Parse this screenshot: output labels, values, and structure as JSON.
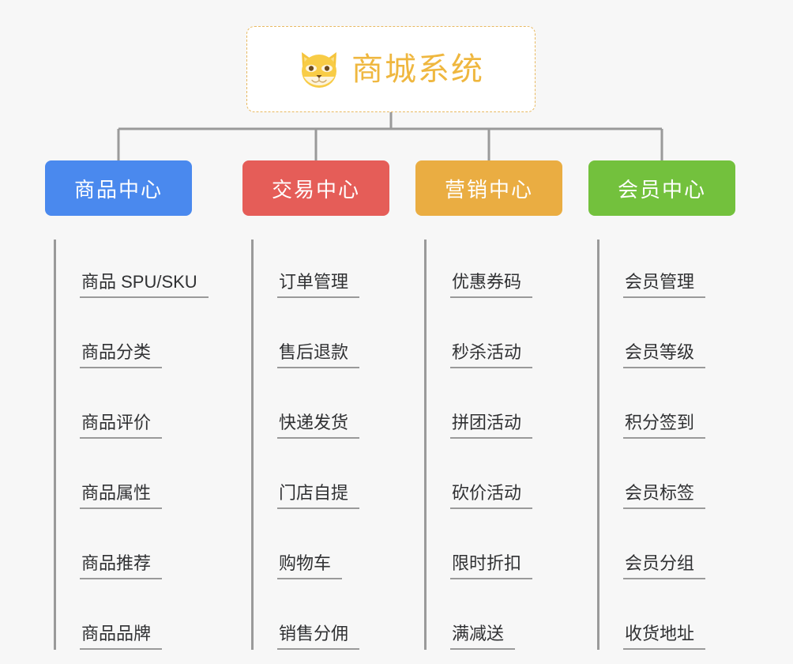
{
  "root": {
    "title": "商城系统",
    "logo_icon": "shiba-dog-icon",
    "border_color": "#e8b961",
    "text_color": "#efb73f"
  },
  "canvas": {
    "background": "#f7f7f7",
    "connector_color": "#9a9a9a"
  },
  "columns": [
    {
      "key": "product-center",
      "label": "商品中心",
      "color": "#4a89ee",
      "items": [
        "商品 SPU/SKU",
        "商品分类",
        "商品评价",
        "商品属性",
        "商品推荐",
        "商品品牌"
      ]
    },
    {
      "key": "trade-center",
      "label": "交易中心",
      "color": "#e55d58",
      "items": [
        "订单管理",
        "售后退款",
        "快递发货",
        "门店自提",
        "购物车",
        "销售分佣"
      ]
    },
    {
      "key": "marketing-center",
      "label": "营销中心",
      "color": "#eaad42",
      "items": [
        "优惠券码",
        "秒杀活动",
        "拼团活动",
        "砍价活动",
        "限时折扣",
        "满减送"
      ]
    },
    {
      "key": "member-center",
      "label": "会员中心",
      "color": "#73c13d",
      "items": [
        "会员管理",
        "会员等级",
        "积分签到",
        "会员标签",
        "会员分组",
        "收货地址"
      ]
    }
  ]
}
